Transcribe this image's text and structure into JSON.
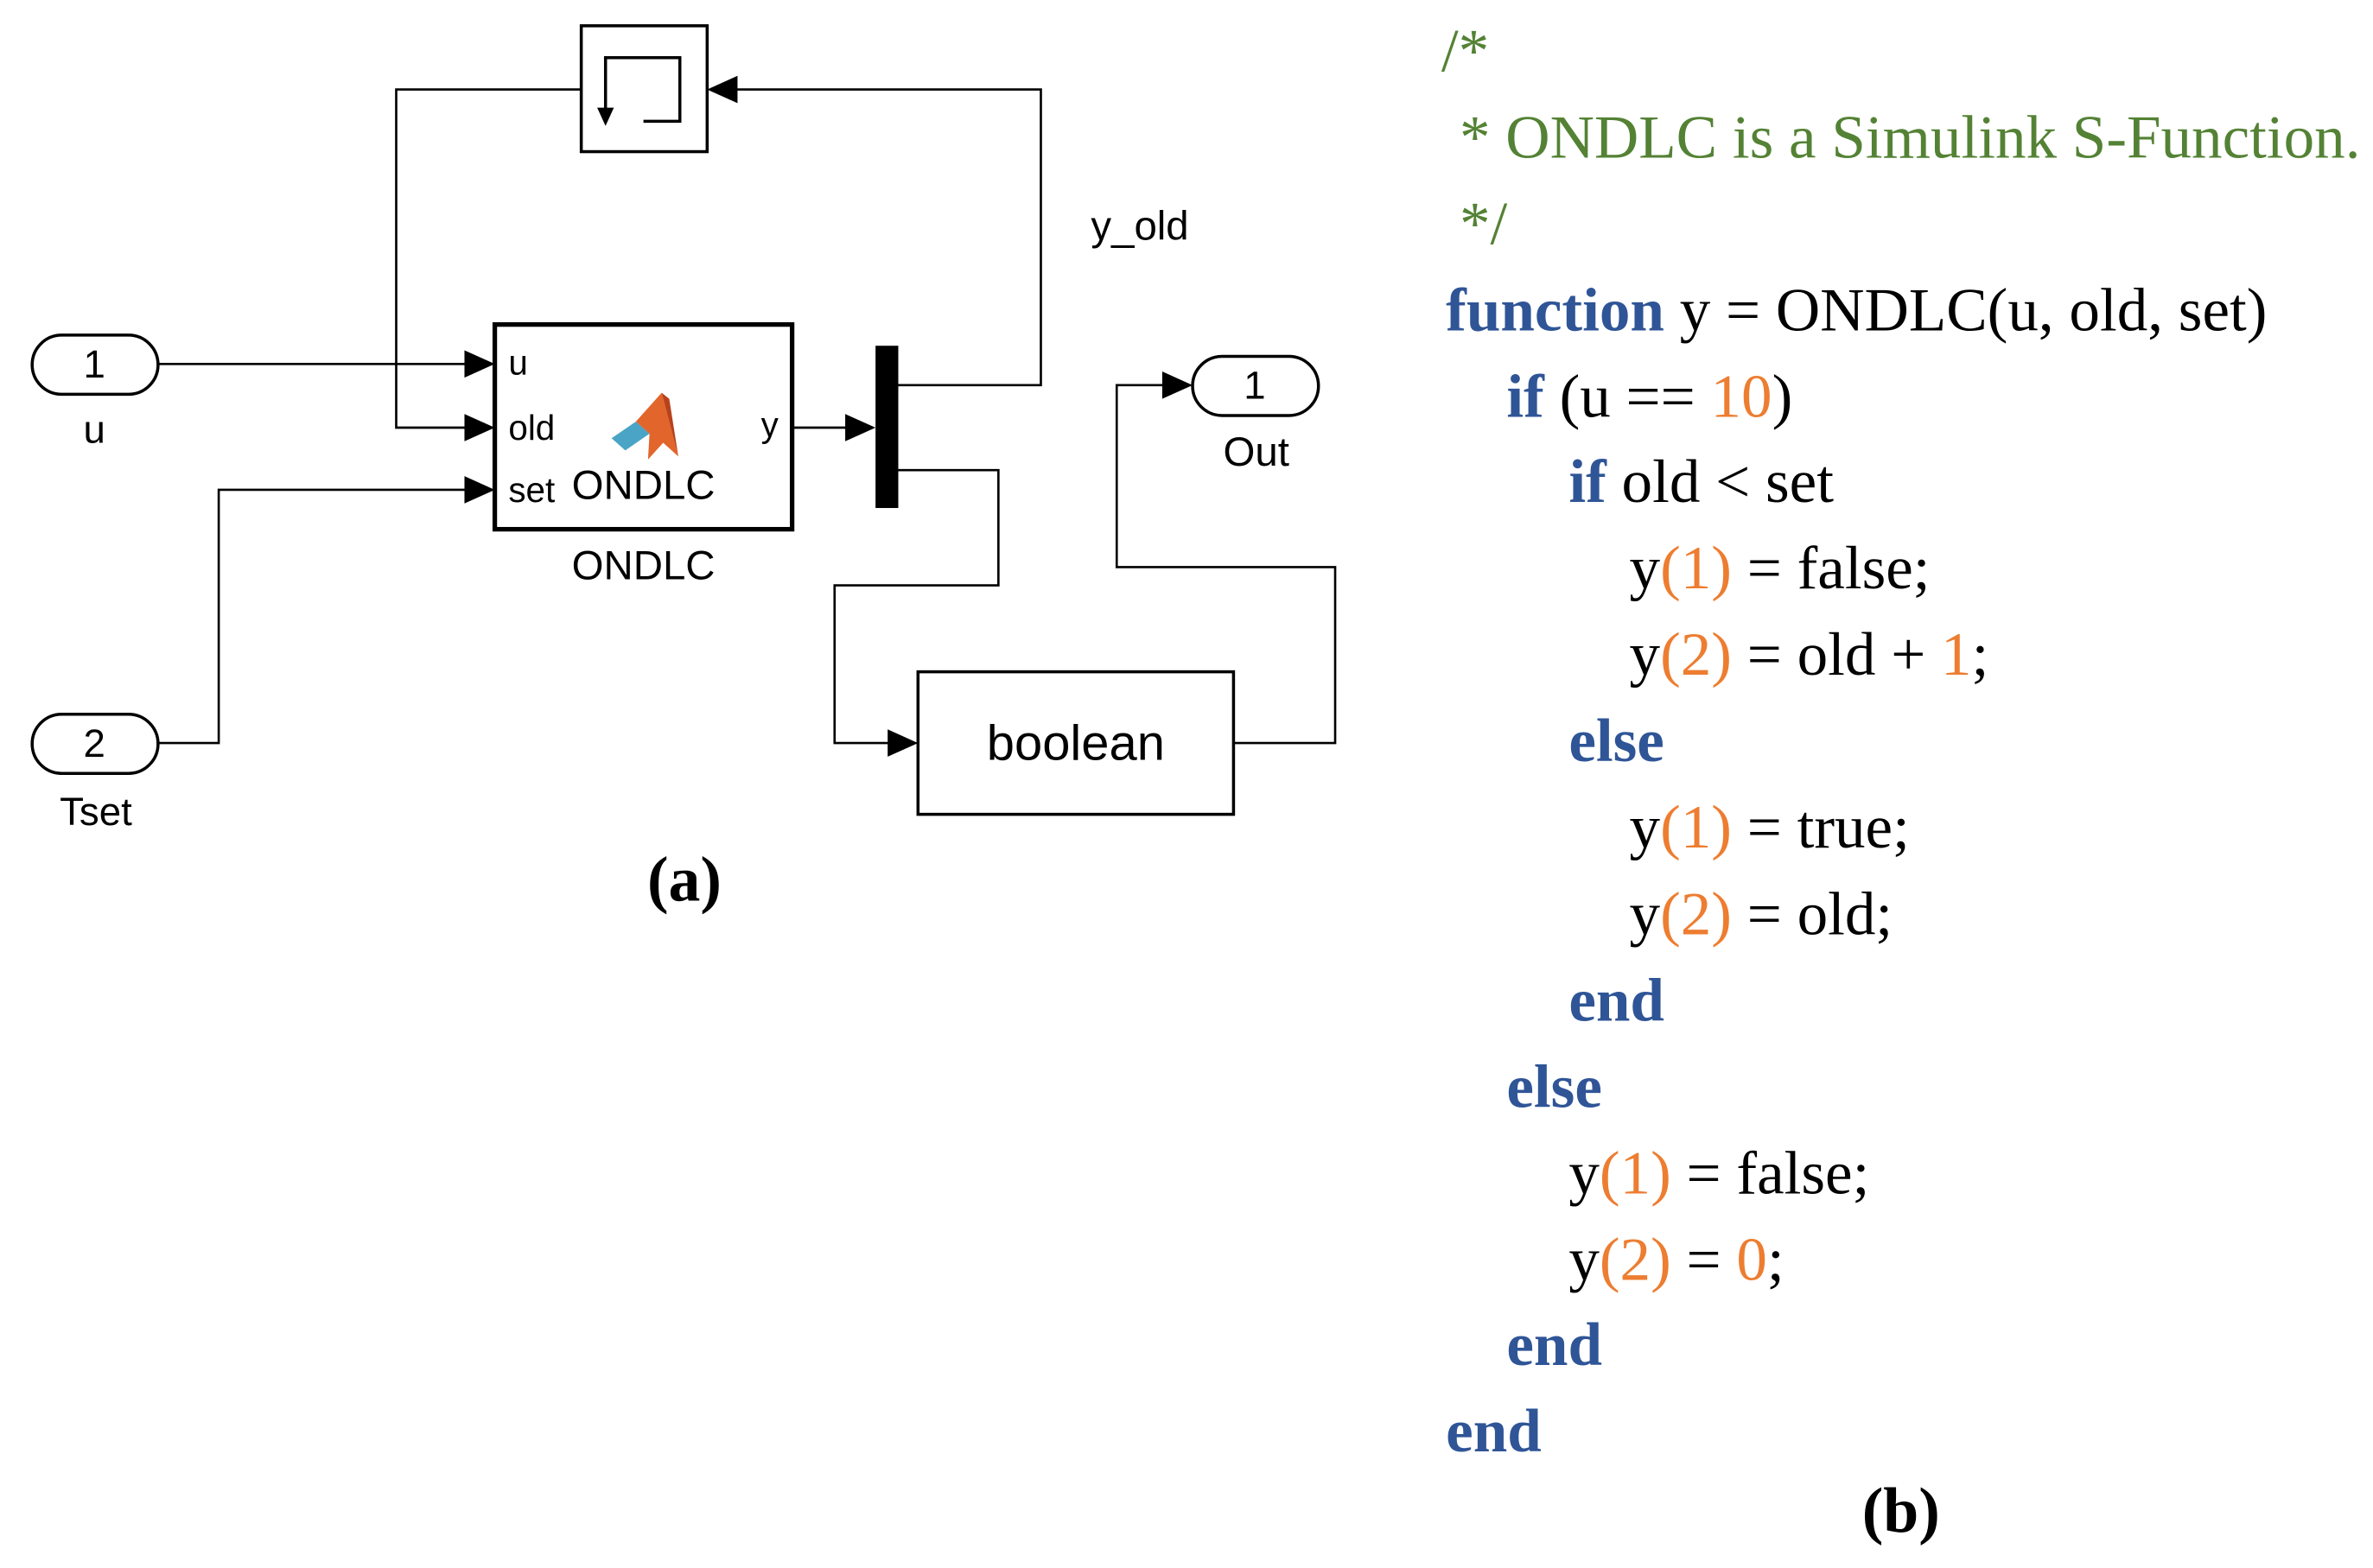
{
  "panel_a": {
    "label": "(a)",
    "inport_u": {
      "number": "1",
      "name": "u"
    },
    "inport_tset": {
      "number": "2",
      "name": "Tset"
    },
    "outport": {
      "number": "1",
      "name": "Out"
    },
    "ondlc_block": {
      "inputs": [
        "u",
        "old",
        "set"
      ],
      "output": "y",
      "icon_text": "ONDLC",
      "name": "ONDLC",
      "icon": "matlab-logo-icon"
    },
    "conversion_block": {
      "label": "boolean"
    },
    "unit_delay_block": {
      "icon": "unit-delay-icon"
    },
    "feedback_signal": "y_old"
  },
  "panel_b": {
    "label": "(b)",
    "code": [
      [
        "/*"
      ],
      [
        "* ONDLC is a Simulink S-Function."
      ],
      [
        "*/"
      ],
      [
        "function",
        " y = ONDLC(u, old, set)"
      ],
      [
        "if",
        " (u == ",
        "10",
        ")"
      ],
      [
        "if",
        " old < set"
      ],
      [
        "y",
        "(1)",
        " = false;"
      ],
      [
        "y",
        "(2)",
        " = old + ",
        "1",
        ";"
      ],
      [
        "else"
      ],
      [
        "y",
        "(1)",
        " = true;"
      ],
      [
        "y",
        "(2)",
        " = old;"
      ],
      [
        "end"
      ],
      [
        "else"
      ],
      [
        "y",
        "(1)",
        " = false;"
      ],
      [
        "y",
        "(2)",
        " = ",
        "0",
        ";"
      ],
      [
        "end"
      ],
      [
        "end"
      ]
    ]
  },
  "colors": {
    "comment": "#548235",
    "keyword": "#2F5597",
    "number": "#ED7D31",
    "matlab_orange": "#E2652B",
    "matlab_red": "#B8421C",
    "matlab_blue": "#4AA4C6"
  }
}
